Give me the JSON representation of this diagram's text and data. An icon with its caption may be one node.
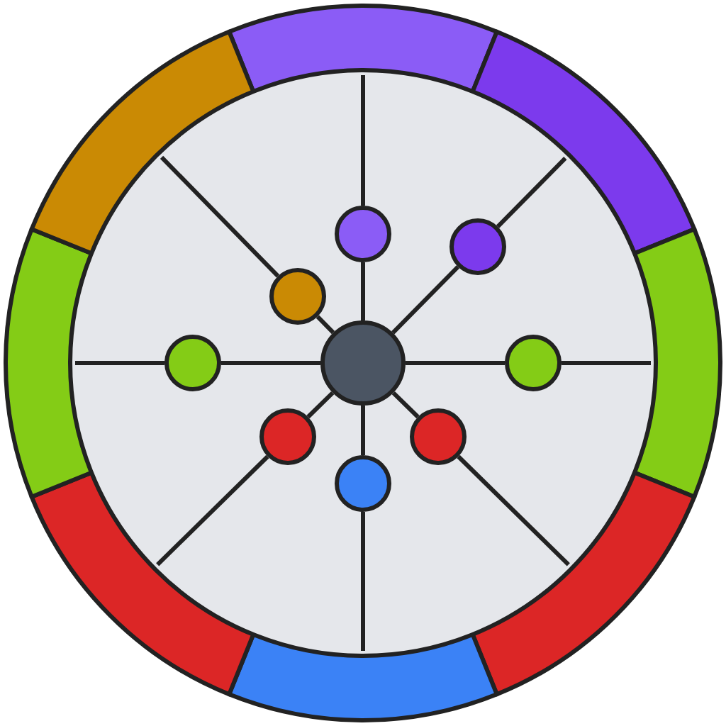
{
  "diagram": {
    "nodes": [
      {
        "text": [],
        "shape": "circle"
      },
      {
        "text": [],
        "shape": "circle",
        "in": 0
      },
      {
        "text": [],
        "shape": "circle",
        "in": 0
      },
      {
        "text": [],
        "shape": "circle",
        "in": 0
      },
      {
        "text": [],
        "shape": "circle",
        "in": 0
      },
      {
        "text": [],
        "shape": "circle",
        "in": 0
      },
      {
        "text": [],
        "shape": "circle",
        "in": 0
      },
      {
        "text": [],
        "shape": "circle",
        "in": 0
      },
      {
        "text": [],
        "shape": "circle",
        "in": 0
      },
      {
        "text": [],
        "shape": "circle",
        "in": 0
      }
    ],
    "edges": [
      {
        "from": 5,
        "to": 1,
        "arrow": "none"
      },
      {
        "from": 5,
        "to": 2,
        "arrow": "none"
      },
      {
        "from": 5,
        "to": 3,
        "arrow": "none"
      },
      {
        "from": 5,
        "to": 4,
        "arrow": "none"
      },
      {
        "from": 5,
        "to": 6,
        "arrow": "none"
      },
      {
        "from": 5,
        "to": 7,
        "arrow": "none"
      },
      {
        "from": 5,
        "to": 8,
        "arrow": "none"
      },
      {
        "from": 5,
        "to": 9,
        "arrow": "none"
      }
    ]
  }
}
